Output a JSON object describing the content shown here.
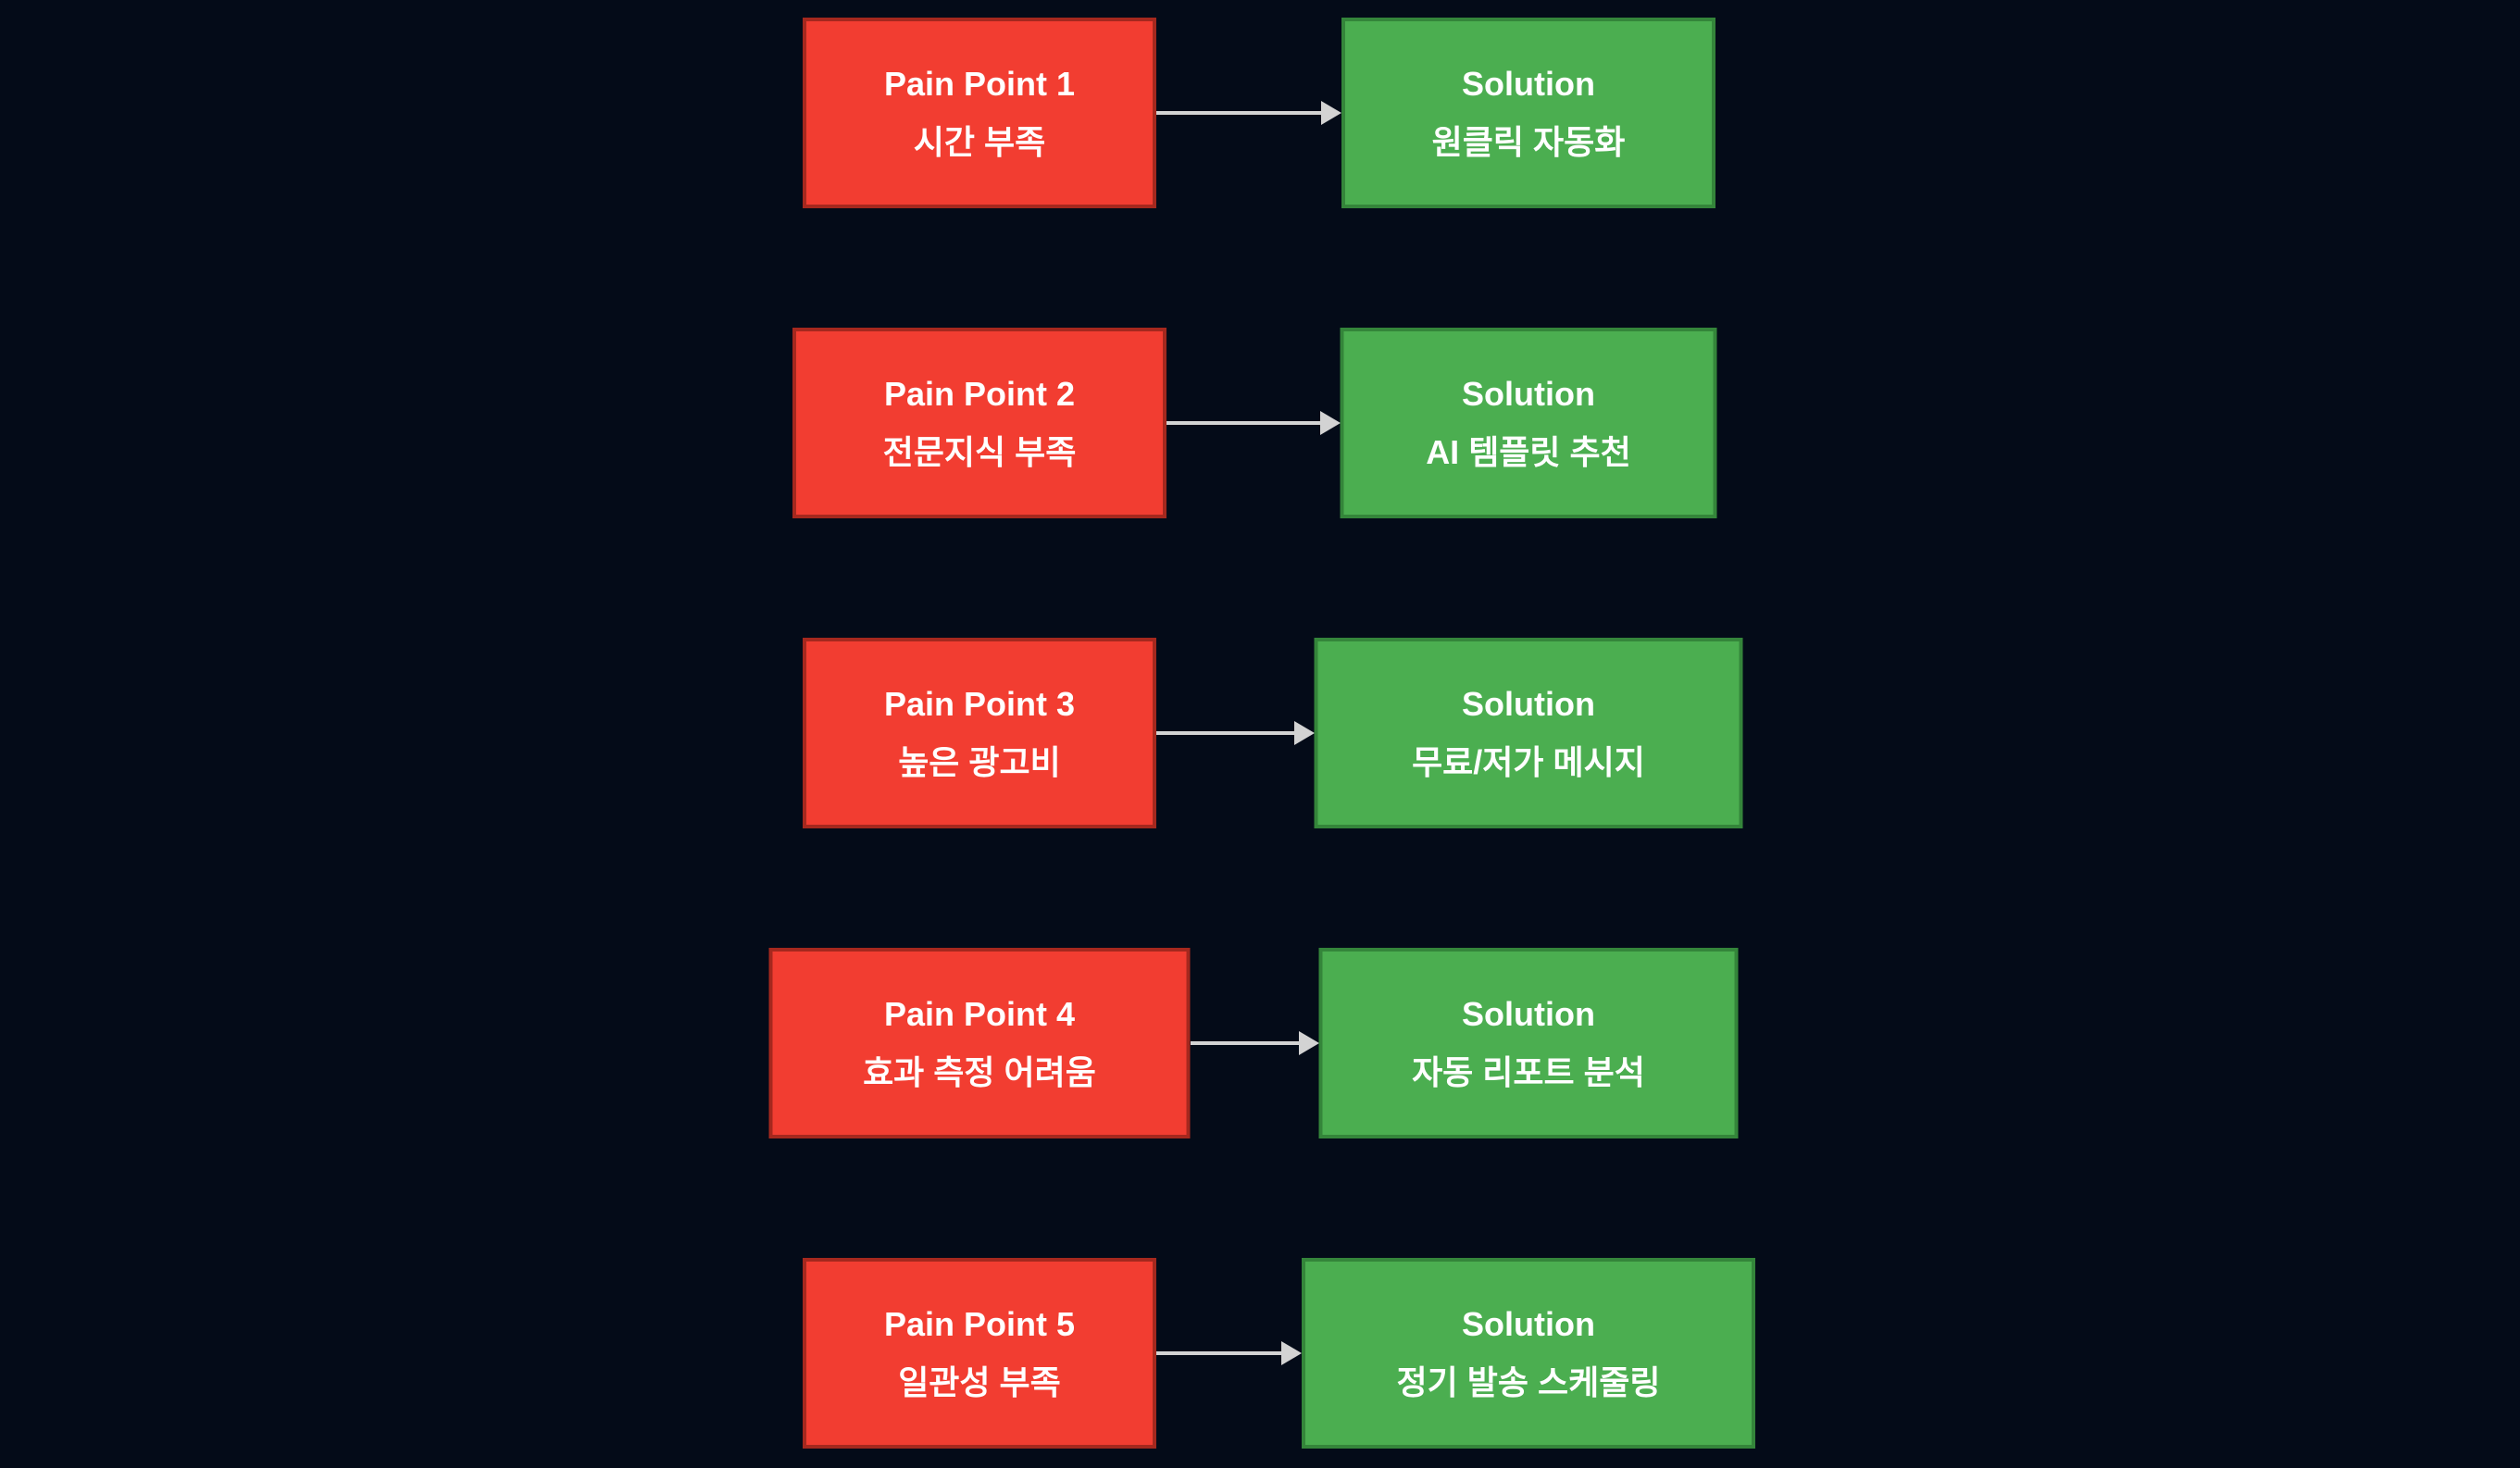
{
  "colors": {
    "background": "#040b18",
    "pain_fill": "#f23d31",
    "pain_border": "#a5281e",
    "solution_fill": "#4bae50",
    "solution_border": "#34853a",
    "arrow": "#d3d3d3",
    "text": "#ffffff"
  },
  "rows": [
    {
      "pain": {
        "title": "Pain Point 1",
        "subtitle": "시간 부족"
      },
      "solution": {
        "title": "Solution",
        "subtitle": "원클릭 자동화"
      }
    },
    {
      "pain": {
        "title": "Pain Point 2",
        "subtitle": "전문지식 부족"
      },
      "solution": {
        "title": "Solution",
        "subtitle": "AI 템플릿 추천"
      }
    },
    {
      "pain": {
        "title": "Pain Point 3",
        "subtitle": "높은 광고비"
      },
      "solution": {
        "title": "Solution",
        "subtitle": "무료/저가 메시지"
      }
    },
    {
      "pain": {
        "title": "Pain Point 4",
        "subtitle": "효과 측정 어려움"
      },
      "solution": {
        "title": "Solution",
        "subtitle": "자동 리포트 분석"
      }
    },
    {
      "pain": {
        "title": "Pain Point 5",
        "subtitle": "일관성 부족"
      },
      "solution": {
        "title": "Solution",
        "subtitle": "정기 발송 스케줄링"
      }
    }
  ]
}
